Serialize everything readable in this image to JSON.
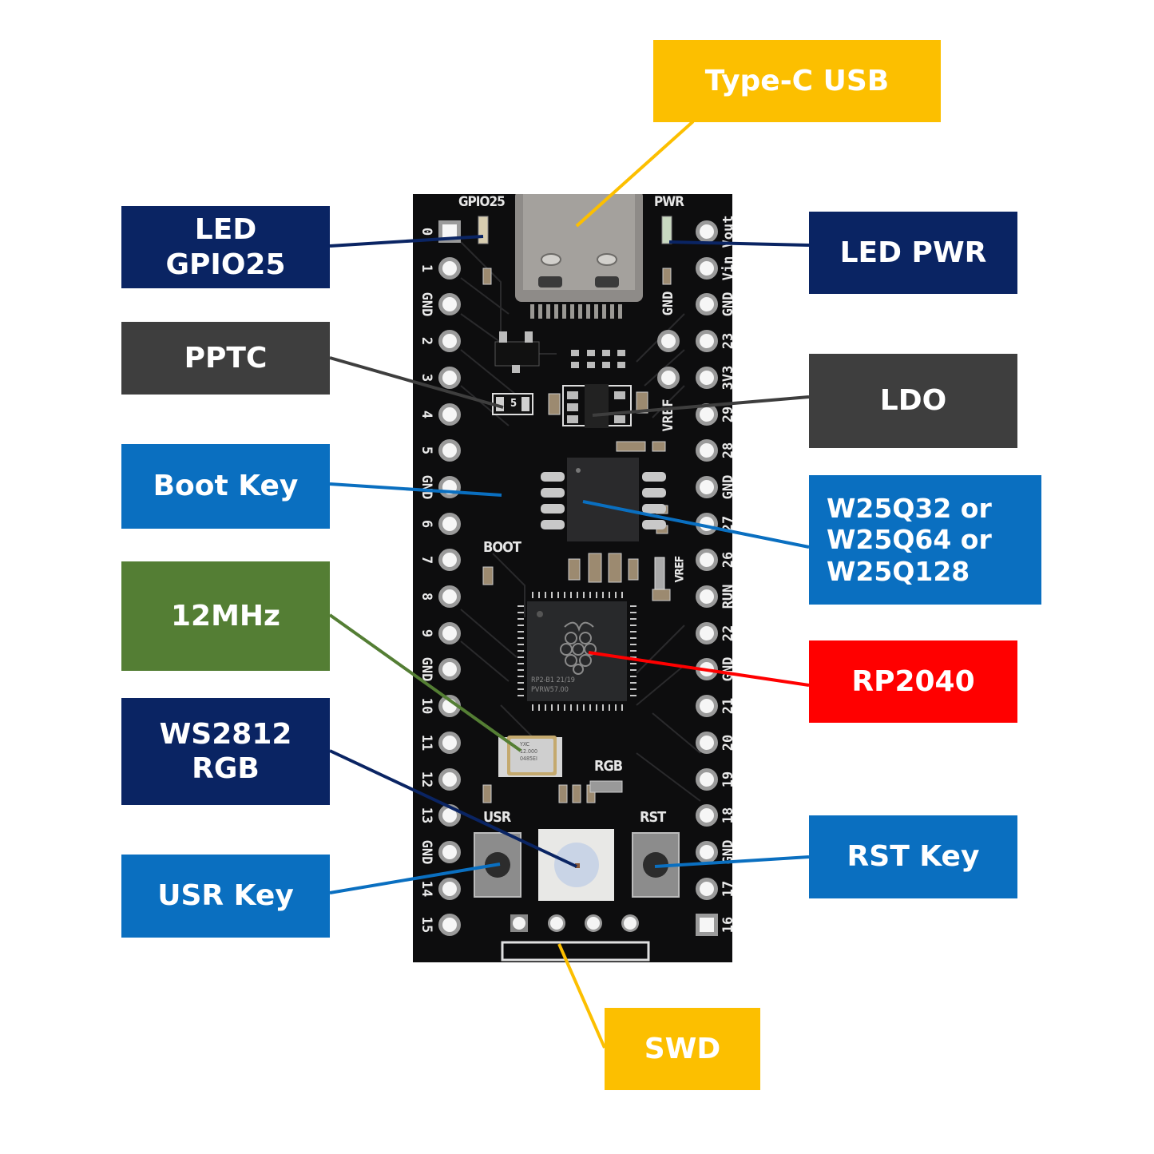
{
  "callouts": {
    "type_c_usb": {
      "label": "Type-C USB",
      "color": "#fcbf00"
    },
    "led_gpio25": {
      "line1": "LED",
      "line2": "GPIO25",
      "color": "#0a2463"
    },
    "led_pwr": {
      "label": "LED PWR",
      "color": "#0a2463"
    },
    "pptc": {
      "label": "PPTC",
      "color": "#3e3e3e"
    },
    "ldo": {
      "label": "LDO",
      "color": "#3e3e3e"
    },
    "boot_key": {
      "label": "Boot Key",
      "color": "#0a6fc0"
    },
    "flash": {
      "line1": "W25Q32 or",
      "line2": "W25Q64 or",
      "line3": "W25Q128",
      "color": "#0a6fc0"
    },
    "crystal": {
      "label": "12MHz",
      "color": "#547e34"
    },
    "rp2040": {
      "label": "RP2040",
      "color": "#ff0000"
    },
    "ws2812": {
      "line1": "WS2812",
      "line2": "RGB",
      "color": "#0a2463"
    },
    "usr_key": {
      "label": "USR Key",
      "color": "#0a6fc0"
    },
    "rst_key": {
      "label": "RST Key",
      "color": "#0a6fc0"
    },
    "swd": {
      "label": "SWD",
      "color": "#fcbf00"
    }
  },
  "board": {
    "left_pins": [
      "0",
      "1",
      "GND",
      "2",
      "3",
      "4",
      "5",
      "GND",
      "6",
      "7",
      "8",
      "9",
      "GND",
      "10",
      "11",
      "12",
      "13",
      "GND",
      "14",
      "15"
    ],
    "right_pins": [
      "Vout",
      "Vin",
      "GND",
      "23",
      "3V3",
      "29",
      "28",
      "GND",
      "27",
      "26",
      "RUN",
      "22",
      "GND",
      "21",
      "20",
      "19",
      "18",
      "GND",
      "17",
      "16"
    ],
    "inner_right_pins": [
      "GND",
      "VREF"
    ],
    "silkscreen": {
      "gpio25": "GPIO25",
      "pwr": "PWR",
      "boot": "BOOT",
      "vref": "VREF",
      "rgb": "RGB",
      "usr": "USR",
      "rst": "RST",
      "pptc_mark": "5"
    },
    "rp2040_chip": {
      "line1": "RP2-B1  21/19",
      "line2": "PVRW57.00"
    },
    "crystal_marking": {
      "line1": "YXC",
      "line2": "12.000",
      "line3": "0485EI"
    }
  }
}
